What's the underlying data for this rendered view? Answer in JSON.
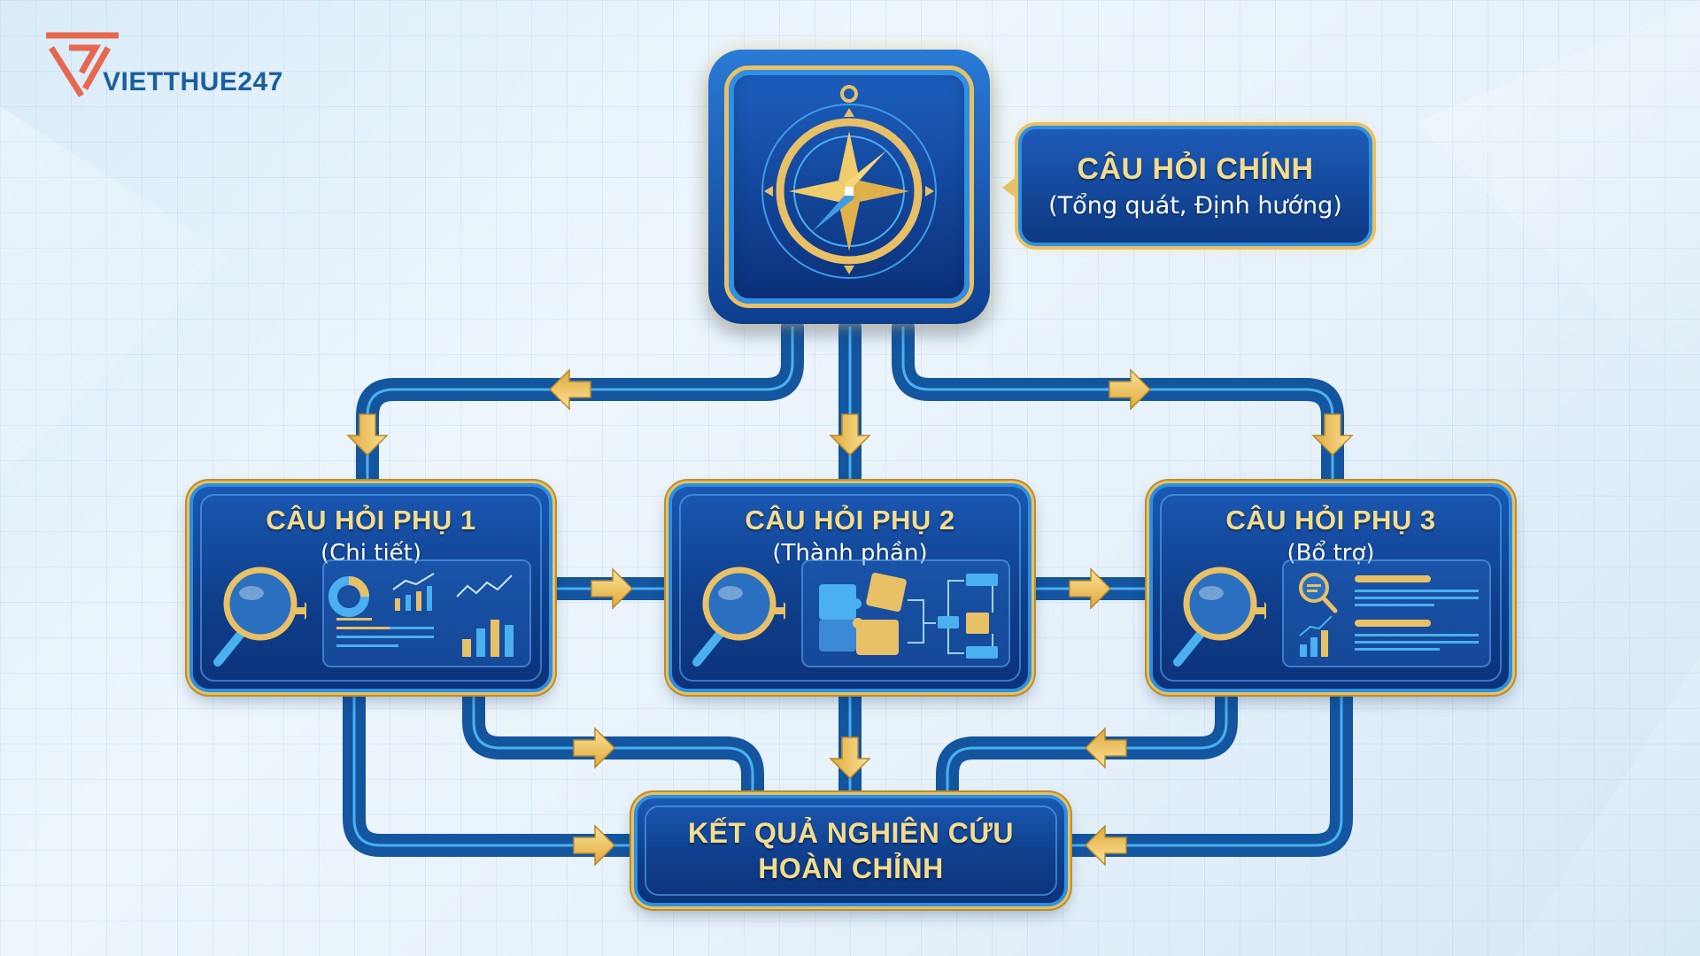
{
  "logo": {
    "brand_name": "VIETTHUE247",
    "mark_color": "#e8684f",
    "text_color": "#1b5f9e"
  },
  "colors": {
    "primary_blue": "#0f3f8c",
    "accent_gold": "#e8c066",
    "connector_blue": "#145aa8",
    "connector_highlight": "#4ab0f0",
    "title_gold": "#f3dc8e"
  },
  "main_question": {
    "icon": "compass-icon",
    "title": "CÂU HỎI CHÍNH",
    "subtitle": "(Tổng quát, Định hướng)"
  },
  "sub_questions": [
    {
      "title": "CÂU HỎI PHỤ 1",
      "subtitle": "(Chi tiết)",
      "icons": [
        "magnifier-icon",
        "donut-chart-icon",
        "bar-chart-icon",
        "line-chart-icon",
        "text-lines-icon"
      ]
    },
    {
      "title": "CÂU HỎI PHỤ 2",
      "subtitle": "(Thành phần)",
      "icons": [
        "magnifier-icon",
        "puzzle-icon",
        "flowchart-icon"
      ]
    },
    {
      "title": "CÂU HỎI PHỤ 3",
      "subtitle": "(Bổ trợ)",
      "icons": [
        "magnifier-icon",
        "search-document-icon",
        "growth-chart-icon",
        "text-lines-icon"
      ]
    }
  ],
  "result": {
    "line1": "KẾT QUẢ NGHIÊN CỨU",
    "line2": "HOÀN CHỈNH"
  },
  "flow": {
    "edges": [
      {
        "from": "main_question",
        "to": "sub_question_1"
      },
      {
        "from": "main_question",
        "to": "sub_question_2"
      },
      {
        "from": "main_question",
        "to": "sub_question_3"
      },
      {
        "from": "sub_question_1",
        "to": "sub_question_2"
      },
      {
        "from": "sub_question_2",
        "to": "sub_question_3"
      },
      {
        "from": "sub_question_1",
        "to": "result"
      },
      {
        "from": "sub_question_2",
        "to": "result"
      },
      {
        "from": "sub_question_3",
        "to": "result"
      }
    ]
  }
}
